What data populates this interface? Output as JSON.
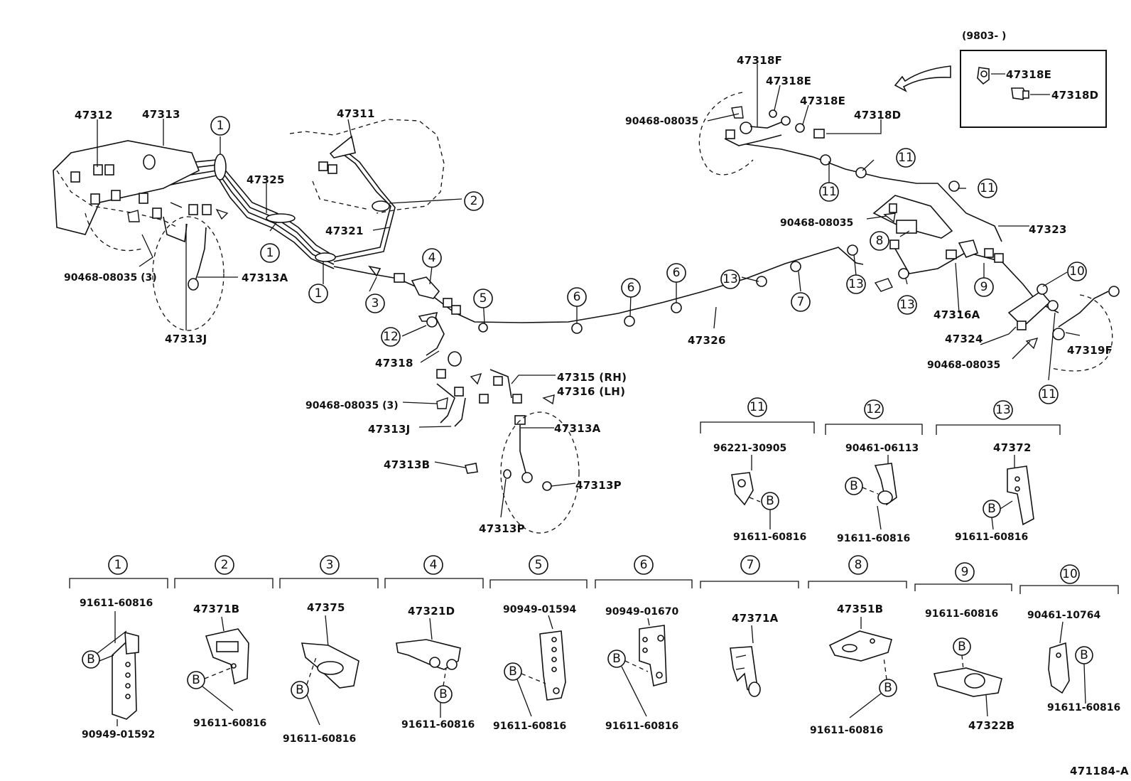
{
  "footer_code": "471184-A",
  "inset": {
    "date_range": "(9803-     )",
    "parts": [
      "47318E",
      "47318D"
    ]
  },
  "top_labels": {
    "p47312": "47312",
    "p47313": "47313",
    "p47311": "47311",
    "p47325": "47325",
    "p47321": "47321",
    "p90468_3a": "90468-08035 (3)",
    "p47313A_left": "47313A",
    "p47313J_left": "47313J",
    "p47318F": "47318F",
    "p47318E_a": "47318E",
    "p47318E_b": "47318E",
    "p47318D": "47318D",
    "p90468_top": "90468-08035",
    "p90468_mid": "90468-08035",
    "p47323": "47323",
    "p47316A": "47316A",
    "p47324": "47324",
    "p90468_right": "90468-08035",
    "p47319F": "47319F",
    "p47326": "47326",
    "p47318": "47318",
    "p47315": "47315 (RH)",
    "p47316": "47316 (LH)",
    "p90468_3b": "90468-08035 (3)",
    "p47313J_bottom": "47313J",
    "p47313A_bottom": "47313A",
    "p47313B": "47313B",
    "p47313P_a": "47313P",
    "p47313P_b": "47313P"
  },
  "callouts": {
    "c1": "1",
    "c2": "2",
    "c3": "3",
    "c4": "4",
    "c5": "5",
    "c6": "6",
    "c7": "7",
    "c8": "8",
    "c9": "9",
    "c10": "10",
    "c11": "11",
    "c12": "12",
    "c13": "13"
  },
  "bolt_marker": "B",
  "detail_groups": [
    {
      "id": "1",
      "labels": [
        "91611-60816",
        "90949-01592"
      ]
    },
    {
      "id": "2",
      "labels": [
        "47371B",
        "91611-60816"
      ]
    },
    {
      "id": "3",
      "labels": [
        "47375",
        "91611-60816"
      ]
    },
    {
      "id": "4",
      "labels": [
        "47321D",
        "91611-60816"
      ]
    },
    {
      "id": "5",
      "labels": [
        "90949-01594",
        "91611-60816"
      ]
    },
    {
      "id": "6",
      "labels": [
        "90949-01670",
        "91611-60816"
      ]
    },
    {
      "id": "7",
      "labels": [
        "47371A"
      ]
    },
    {
      "id": "8",
      "labels": [
        "47351B",
        "91611-60816"
      ]
    },
    {
      "id": "9",
      "labels": [
        "91611-60816",
        "47322B"
      ]
    },
    {
      "id": "10",
      "labels": [
        "90461-10764",
        "91611-60816"
      ]
    },
    {
      "id": "11",
      "labels": [
        "96221-30905",
        "91611-60816"
      ]
    },
    {
      "id": "12",
      "labels": [
        "90461-06113",
        "91611-60816"
      ]
    },
    {
      "id": "13",
      "labels": [
        "47372",
        "91611-60816"
      ]
    }
  ]
}
